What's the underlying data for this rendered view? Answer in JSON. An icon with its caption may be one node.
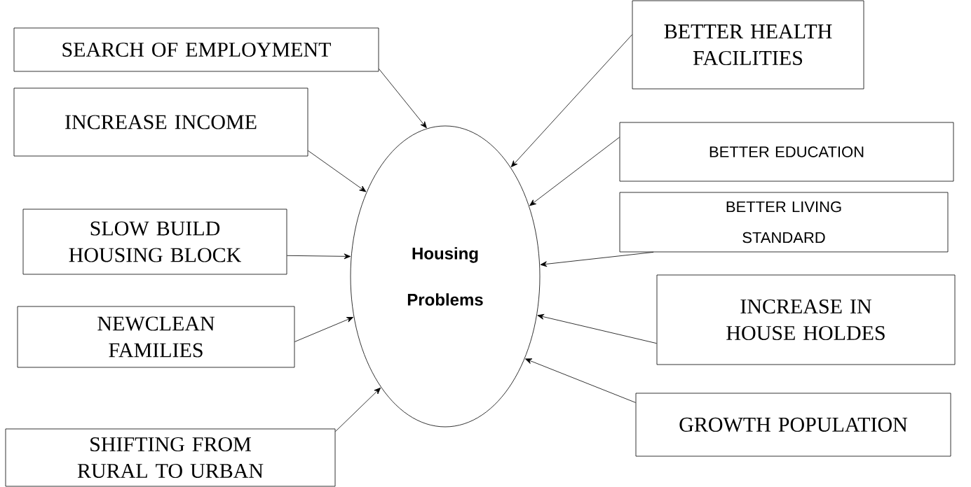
{
  "diagram": {
    "nodes": [
      {
        "text": [
          "Housing Problems"
        ]
      },
      {
        "text": [
          "SEARCH OF EMPLOYMENT"
        ]
      },
      {
        "text": [
          "INCREASE INCOME"
        ]
      },
      {
        "text": [
          "SLOW BUILD HOUSING BLOCK"
        ]
      },
      {
        "text": [
          "NEWCLEAN FAMILIES"
        ]
      },
      {
        "text": [
          "SHIFTING FROM RURAL TO URBAN"
        ]
      },
      {
        "text": [
          "BETTER HEALTH FACILITIES"
        ]
      },
      {
        "text": [
          "BETTER EDUCATION"
        ]
      },
      {
        "text": [
          "BETTER LIVING STANDARD"
        ]
      },
      {
        "text": [
          "INCREASE IN HOUSE HOLDES"
        ]
      },
      {
        "text": [
          "GROWTH POPULATION"
        ]
      }
    ],
    "edges": [
      {
        "from": 1,
        "to": 0,
        "arrow": "to"
      },
      {
        "from": 2,
        "to": 0,
        "arrow": "to"
      },
      {
        "from": 3,
        "to": 0,
        "arrow": "to"
      },
      {
        "from": 4,
        "to": 0,
        "arrow": "to"
      },
      {
        "from": 5,
        "to": 0,
        "arrow": "to"
      },
      {
        "from": 6,
        "to": 0,
        "arrow": "to"
      },
      {
        "from": 7,
        "to": 0,
        "arrow": "to"
      },
      {
        "from": 8,
        "to": 0,
        "arrow": "to"
      },
      {
        "from": 9,
        "to": 0,
        "arrow": "to"
      },
      {
        "from": 10,
        "to": 0,
        "arrow": "to"
      }
    ]
  }
}
